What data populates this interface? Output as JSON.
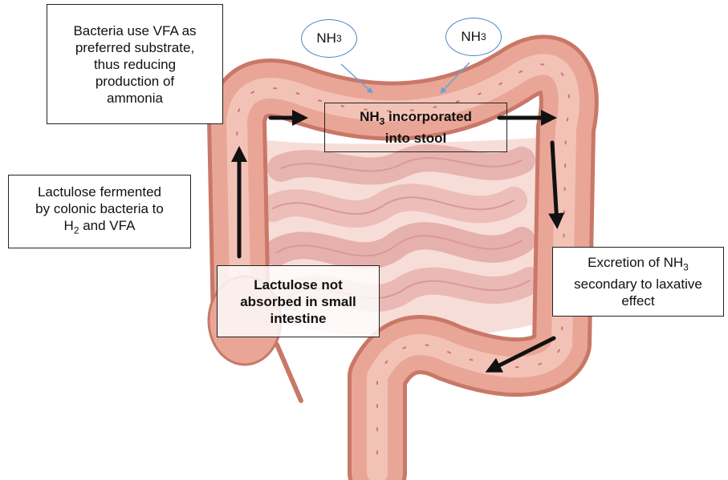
{
  "colors": {
    "intestine_light": "#f6cfc4",
    "intestine_mid": "#e9a696",
    "intestine_dark": "#c97868",
    "arrow": "#111111",
    "bubble_stroke": "#4a86c5"
  },
  "boxes": {
    "vfa": {
      "line1": "Bacteria use VFA as",
      "line2": "preferred substrate,",
      "line3": "thus reducing",
      "line4": "production of",
      "line5": "ammonia"
    },
    "ferment": {
      "line1": "Lactulose fermented",
      "line2": "by colonic bacteria to",
      "line3_pre": "H",
      "line3_sub": "2",
      "line3_post": " and VFA"
    },
    "stool": {
      "line1_pre": "NH",
      "line1_sub": "3",
      "line1_post": " incorporated",
      "line2": "into stool"
    },
    "not_absorbed": {
      "line1": "Lactulose not",
      "line2": "absorbed in small",
      "line3": "intestine"
    },
    "excretion": {
      "line1_pre": "Excretion of NH",
      "line1_sub": "3",
      "line2": "secondary to laxative",
      "line3": "effect"
    }
  },
  "bubbles": [
    {
      "pre": "NH",
      "sub": "3"
    },
    {
      "pre": "NH",
      "sub": "3"
    }
  ]
}
